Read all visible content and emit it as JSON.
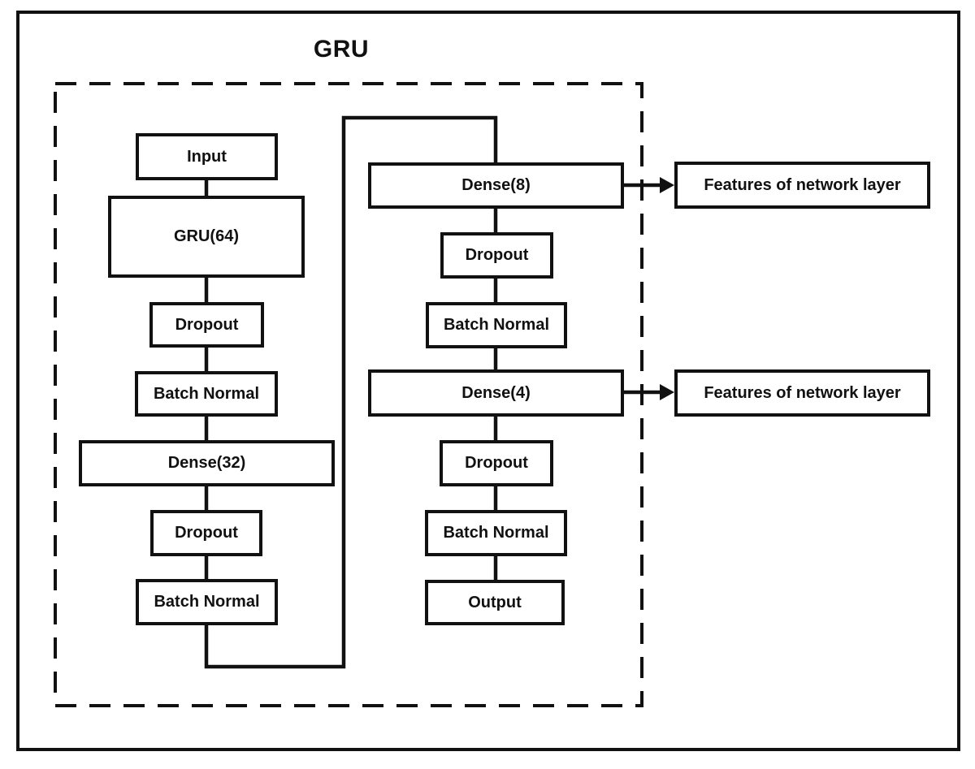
{
  "diagram": {
    "title": "GRU",
    "left_column": [
      {
        "label": "Input"
      },
      {
        "label": "GRU(64)"
      },
      {
        "label": "Dropout"
      },
      {
        "label": "Batch Normal"
      },
      {
        "label": "Dense(32)"
      },
      {
        "label": "Dropout"
      },
      {
        "label": "Batch Normal"
      }
    ],
    "right_column": [
      {
        "label": "Dense(8)"
      },
      {
        "label": "Dropout"
      },
      {
        "label": "Batch Normal"
      },
      {
        "label": "Dense(4)"
      },
      {
        "label": "Dropout"
      },
      {
        "label": "Batch Normal"
      },
      {
        "label": "Output"
      }
    ],
    "annotations": [
      {
        "label": "Features of network layer"
      },
      {
        "label": "Features of network layer"
      }
    ],
    "colors": {
      "line": "#111111",
      "background": "#ffffff"
    }
  }
}
